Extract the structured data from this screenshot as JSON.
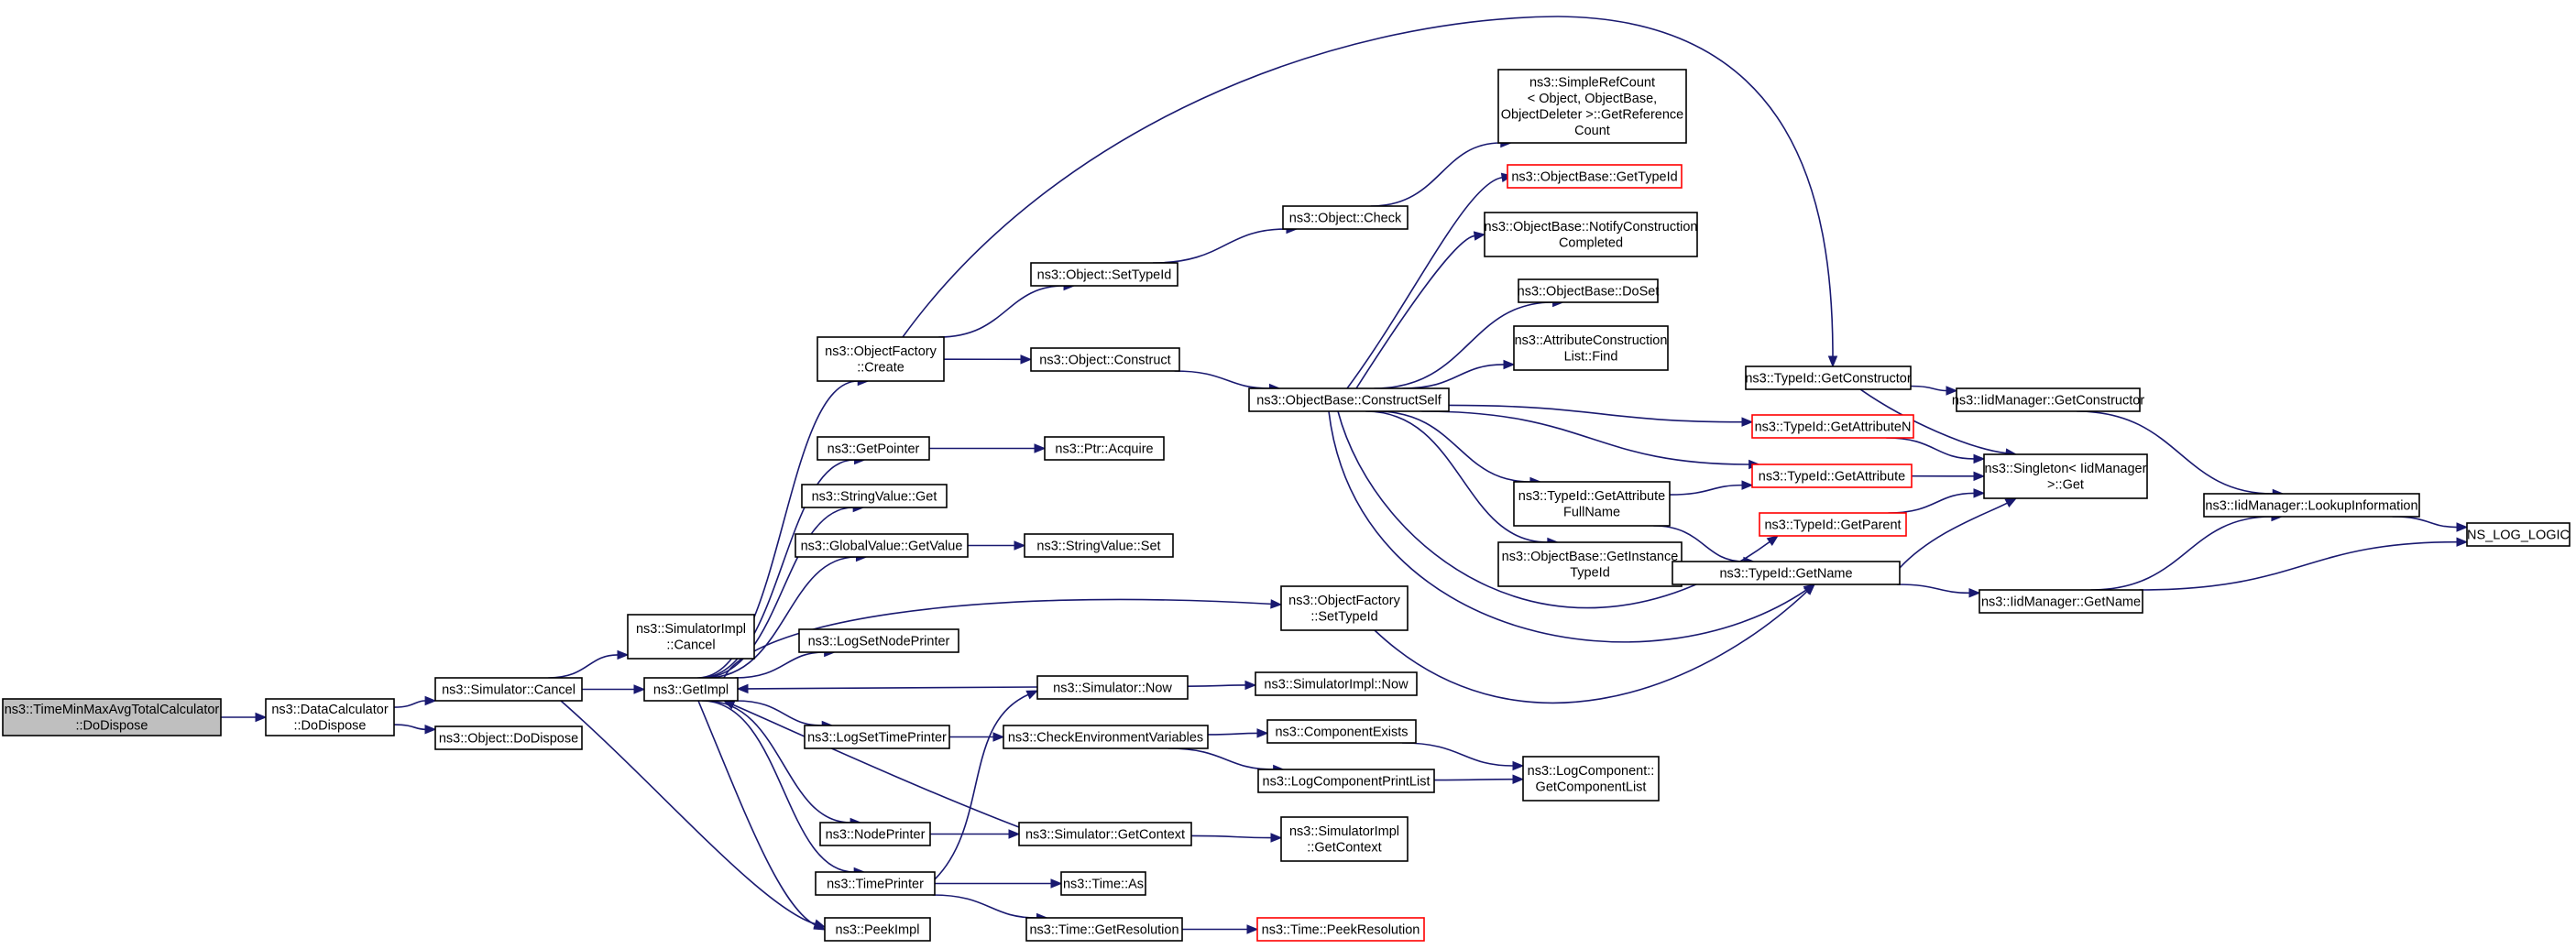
{
  "colors": {
    "edge": "#191970",
    "node_border": "#000000",
    "node_border_external": "#ff0000",
    "root_fill": "#bfbfbf"
  },
  "graph": {
    "nodes": [
      {
        "id": "root",
        "lines": [
          "ns3::TimeMinMaxAvgTotalCalculator",
          "::DoDispose"
        ],
        "style": "root"
      },
      {
        "id": "dc_dispose",
        "lines": [
          "ns3::DataCalculator",
          "::DoDispose"
        ]
      },
      {
        "id": "sim_cancel",
        "lines": [
          "ns3::Simulator::Cancel"
        ]
      },
      {
        "id": "obj_dispose",
        "lines": [
          "ns3::Object::DoDispose"
        ]
      },
      {
        "id": "simimpl_cancel",
        "lines": [
          "ns3::SimulatorImpl",
          "::Cancel"
        ]
      },
      {
        "id": "getimpl",
        "lines": [
          "ns3::GetImpl"
        ]
      },
      {
        "id": "peekimpl",
        "lines": [
          "ns3::PeekImpl"
        ]
      },
      {
        "id": "of_create",
        "lines": [
          "ns3::ObjectFactory",
          "::Create"
        ]
      },
      {
        "id": "getpointer",
        "lines": [
          "ns3::GetPointer"
        ]
      },
      {
        "id": "strval_get",
        "lines": [
          "ns3::StringValue::Get"
        ]
      },
      {
        "id": "gv_getvalue",
        "lines": [
          "ns3::GlobalValue::GetValue"
        ]
      },
      {
        "id": "logsetnode",
        "lines": [
          "ns3::LogSetNodePrinter"
        ]
      },
      {
        "id": "logsettime",
        "lines": [
          "ns3::LogSetTimePrinter"
        ]
      },
      {
        "id": "nodeprinter",
        "lines": [
          "ns3::NodePrinter"
        ]
      },
      {
        "id": "timeprinter",
        "lines": [
          "ns3::TimePrinter"
        ]
      },
      {
        "id": "obj_settypeid",
        "lines": [
          "ns3::Object::SetTypeId"
        ]
      },
      {
        "id": "obj_construct",
        "lines": [
          "ns3::Object::Construct"
        ]
      },
      {
        "id": "ptr_acquire",
        "lines": [
          "ns3::Ptr::Acquire"
        ]
      },
      {
        "id": "strval_set",
        "lines": [
          "ns3::StringValue::Set"
        ]
      },
      {
        "id": "sim_now",
        "lines": [
          "ns3::Simulator::Now"
        ]
      },
      {
        "id": "checkenv",
        "lines": [
          "ns3::CheckEnvironmentVariables"
        ]
      },
      {
        "id": "sim_getcontext",
        "lines": [
          "ns3::Simulator::GetContext"
        ]
      },
      {
        "id": "time_as",
        "lines": [
          "ns3::Time::As"
        ]
      },
      {
        "id": "time_getres",
        "lines": [
          "ns3::Time::GetResolution"
        ]
      },
      {
        "id": "obj_check",
        "lines": [
          "ns3::Object::Check"
        ]
      },
      {
        "id": "ob_constructself",
        "lines": [
          "ns3::ObjectBase::ConstructSelf"
        ]
      },
      {
        "id": "of_settypeid",
        "lines": [
          "ns3::ObjectFactory",
          "::SetTypeId"
        ]
      },
      {
        "id": "simimpl_now",
        "lines": [
          "ns3::SimulatorImpl::Now"
        ]
      },
      {
        "id": "compexists",
        "lines": [
          "ns3::ComponentExists"
        ]
      },
      {
        "id": "logcompprint",
        "lines": [
          "ns3::LogComponentPrintList"
        ]
      },
      {
        "id": "simimpl_getcontext",
        "lines": [
          "ns3::SimulatorImpl",
          "::GetContext"
        ]
      },
      {
        "id": "time_peekres",
        "lines": [
          "ns3::Time::PeekResolution"
        ],
        "style": "red"
      },
      {
        "id": "srefcount",
        "lines": [
          "ns3::SimpleRefCount",
          "< Object, ObjectBase,",
          "ObjectDeleter >::GetReference",
          "Count"
        ]
      },
      {
        "id": "ob_gettypeid",
        "lines": [
          "ns3::ObjectBase::GetTypeId"
        ],
        "style": "red"
      },
      {
        "id": "ob_notify",
        "lines": [
          "ns3::ObjectBase::NotifyConstruction",
          "Completed"
        ]
      },
      {
        "id": "ob_doset",
        "lines": [
          "ns3::ObjectBase::DoSet"
        ]
      },
      {
        "id": "acl_find",
        "lines": [
          "ns3::AttributeConstruction",
          "List::Find"
        ]
      },
      {
        "id": "tid_getattrfull",
        "lines": [
          "ns3::TypeId::GetAttribute",
          "FullName"
        ]
      },
      {
        "id": "ob_getinstance",
        "lines": [
          "ns3::ObjectBase::GetInstance",
          "TypeId"
        ]
      },
      {
        "id": "logcomp_getlist",
        "lines": [
          "ns3::LogComponent::",
          "GetComponentList"
        ]
      },
      {
        "id": "tid_getconstructor",
        "lines": [
          "ns3::TypeId::GetConstructor"
        ]
      },
      {
        "id": "tid_getattrn",
        "lines": [
          "ns3::TypeId::GetAttributeN"
        ],
        "style": "red"
      },
      {
        "id": "tid_getattr",
        "lines": [
          "ns3::TypeId::GetAttribute"
        ],
        "style": "red"
      },
      {
        "id": "tid_getparent",
        "lines": [
          "ns3::TypeId::GetParent"
        ],
        "style": "red"
      },
      {
        "id": "tid_getname",
        "lines": [
          "ns3::TypeId::GetName"
        ]
      },
      {
        "id": "iid_getconstructor",
        "lines": [
          "ns3::IidManager::GetConstructor"
        ]
      },
      {
        "id": "singleton_get",
        "lines": [
          "ns3::Singleton< IidManager",
          " >::Get"
        ]
      },
      {
        "id": "iid_getname",
        "lines": [
          "ns3::IidManager::GetName"
        ]
      },
      {
        "id": "iid_lookup",
        "lines": [
          "ns3::IidManager::LookupInformation"
        ]
      },
      {
        "id": "ns_log_logic",
        "lines": [
          "NS_LOG_LOGIC"
        ]
      }
    ],
    "edges": [
      {
        "from": "root",
        "to": "dc_dispose"
      },
      {
        "from": "dc_dispose",
        "to": "sim_cancel"
      },
      {
        "from": "dc_dispose",
        "to": "obj_dispose"
      },
      {
        "from": "sim_cancel",
        "to": "simimpl_cancel"
      },
      {
        "from": "sim_cancel",
        "to": "getimpl"
      },
      {
        "from": "sim_cancel",
        "to": "peekimpl"
      },
      {
        "from": "getimpl",
        "to": "of_create"
      },
      {
        "from": "getimpl",
        "to": "getpointer"
      },
      {
        "from": "getimpl",
        "to": "strval_get"
      },
      {
        "from": "getimpl",
        "to": "gv_getvalue"
      },
      {
        "from": "getimpl",
        "to": "of_settypeid"
      },
      {
        "from": "getimpl",
        "to": "logsetnode"
      },
      {
        "from": "getimpl",
        "to": "logsettime"
      },
      {
        "from": "getimpl",
        "to": "nodeprinter"
      },
      {
        "from": "getimpl",
        "to": "timeprinter"
      },
      {
        "from": "getimpl",
        "to": "peekimpl"
      },
      {
        "from": "of_create",
        "to": "obj_settypeid"
      },
      {
        "from": "of_create",
        "to": "obj_construct"
      },
      {
        "from": "of_create",
        "to": "tid_getconstructor"
      },
      {
        "from": "getpointer",
        "to": "ptr_acquire"
      },
      {
        "from": "gv_getvalue",
        "to": "strval_set"
      },
      {
        "from": "logsettime",
        "to": "checkenv"
      },
      {
        "from": "nodeprinter",
        "to": "sim_getcontext"
      },
      {
        "from": "timeprinter",
        "to": "sim_now"
      },
      {
        "from": "timeprinter",
        "to": "time_as"
      },
      {
        "from": "timeprinter",
        "to": "time_getres"
      },
      {
        "from": "sim_now",
        "to": "getimpl"
      },
      {
        "from": "sim_now",
        "to": "simimpl_now"
      },
      {
        "from": "sim_getcontext",
        "to": "getimpl"
      },
      {
        "from": "sim_getcontext",
        "to": "simimpl_getcontext"
      },
      {
        "from": "checkenv",
        "to": "compexists"
      },
      {
        "from": "checkenv",
        "to": "logcompprint"
      },
      {
        "from": "time_getres",
        "to": "time_peekres"
      },
      {
        "from": "obj_settypeid",
        "to": "obj_check"
      },
      {
        "from": "obj_check",
        "to": "srefcount"
      },
      {
        "from": "obj_construct",
        "to": "ob_constructself"
      },
      {
        "from": "ob_constructself",
        "to": "ob_gettypeid"
      },
      {
        "from": "ob_constructself",
        "to": "ob_notify"
      },
      {
        "from": "ob_constructself",
        "to": "ob_doset"
      },
      {
        "from": "ob_constructself",
        "to": "acl_find"
      },
      {
        "from": "ob_constructself",
        "to": "tid_getattrfull"
      },
      {
        "from": "ob_constructself",
        "to": "ob_getinstance"
      },
      {
        "from": "ob_constructself",
        "to": "tid_getattrn"
      },
      {
        "from": "ob_constructself",
        "to": "tid_getattr"
      },
      {
        "from": "ob_constructself",
        "to": "tid_getparent"
      },
      {
        "from": "ob_constructself",
        "to": "tid_getname"
      },
      {
        "from": "of_settypeid",
        "to": "tid_getname"
      },
      {
        "from": "tid_getattrfull",
        "to": "tid_getattr"
      },
      {
        "from": "tid_getattrfull",
        "to": "tid_getname"
      },
      {
        "from": "compexists",
        "to": "logcomp_getlist"
      },
      {
        "from": "logcompprint",
        "to": "logcomp_getlist"
      },
      {
        "from": "tid_getconstructor",
        "to": "iid_getconstructor"
      },
      {
        "from": "tid_getconstructor",
        "to": "singleton_get"
      },
      {
        "from": "tid_getattrn",
        "to": "singleton_get"
      },
      {
        "from": "tid_getattr",
        "to": "singleton_get"
      },
      {
        "from": "tid_getparent",
        "to": "singleton_get"
      },
      {
        "from": "tid_getname",
        "to": "singleton_get"
      },
      {
        "from": "tid_getname",
        "to": "iid_getname"
      },
      {
        "from": "iid_getconstructor",
        "to": "iid_lookup"
      },
      {
        "from": "iid_getname",
        "to": "iid_lookup"
      },
      {
        "from": "iid_getname",
        "to": "ns_log_logic"
      },
      {
        "from": "iid_lookup",
        "to": "ns_log_logic"
      }
    ]
  }
}
